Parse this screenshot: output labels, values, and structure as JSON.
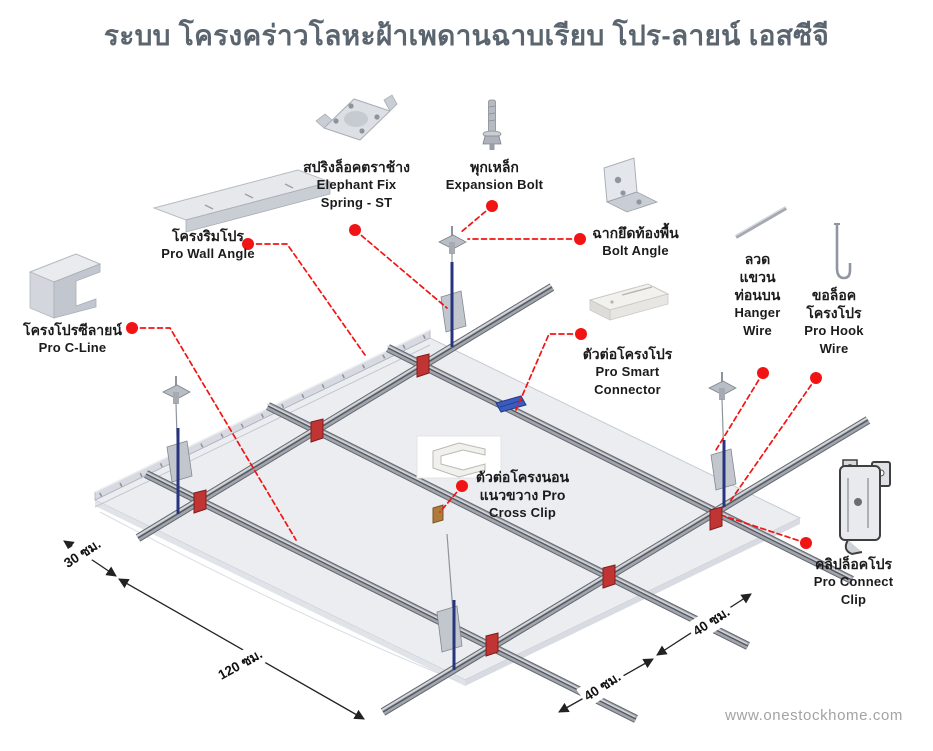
{
  "title": "ระบบ โครงคร่าวโลหะฝ้าเพดานฉาบเรียบ โปร-ลายน์ เอสซีจี",
  "watermark": "www.onestockhome.com",
  "parts": [
    {
      "id": "pro-wall-angle",
      "lines": [
        "โครงริมโปร",
        "Pro Wall Angle"
      ]
    },
    {
      "id": "elephant-fix-spring",
      "lines": [
        "สปริงล็อคตราช้าง",
        "Elephant Fix",
        "Spring - ST"
      ]
    },
    {
      "id": "expansion-bolt",
      "lines": [
        "พุกเหล็ก",
        "Expansion Bolt"
      ]
    },
    {
      "id": "bolt-angle",
      "lines": [
        "ฉากยึดท้องพื้น",
        "Bolt Angle"
      ]
    },
    {
      "id": "pro-c-line",
      "lines": [
        "โครงโปรซีลายน์",
        "Pro C-Line"
      ]
    },
    {
      "id": "pro-smart-connector",
      "lines": [
        "ตัวต่อโครงโปร",
        "Pro Smart",
        "Connector"
      ]
    },
    {
      "id": "hanger-wire",
      "lines": [
        "ลวด",
        "แขวน",
        "ท่อนบน",
        "Hanger",
        "Wire"
      ]
    },
    {
      "id": "pro-hook-wire",
      "lines": [
        "ขอล็อค",
        "โครงโปร",
        "Pro Hook",
        "Wire"
      ]
    },
    {
      "id": "pro-cross-clip",
      "lines": [
        "ตัวต่อโครงนอน",
        "แนวขวาง Pro",
        "Cross Clip"
      ]
    },
    {
      "id": "pro-connect-clip",
      "lines": [
        "คลิปล็อคโปร",
        "Pro Connect",
        "Clip"
      ]
    }
  ],
  "dimensions": {
    "left_offset": "30 ซม.",
    "runner_spacing": "120 ซม.",
    "cross_spacing_upper": "40 ซม.",
    "cross_spacing_lower": "40 ซม."
  },
  "colors": {
    "accent_red": "#f21414",
    "clip_red": "#c13434",
    "hanger_rod_blue": "#27357e",
    "connector_blue": "#3a5bbf",
    "rail_gray": "#9ba1aa",
    "panel_gray": "#ebedf1",
    "title_gray": "#5b6570",
    "watermark_gray": "#a3a3a3"
  }
}
